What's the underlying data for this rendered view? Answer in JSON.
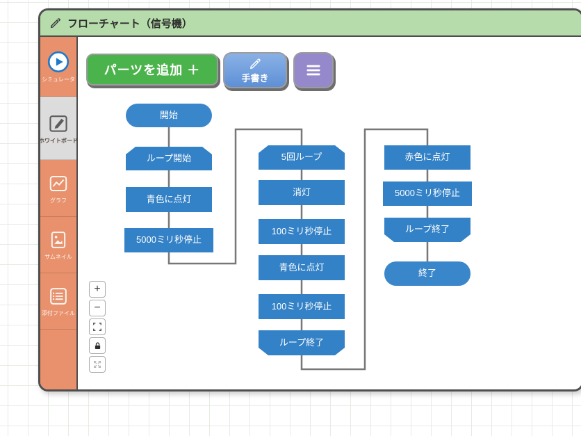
{
  "window": {
    "title": "フローチャート（信号機）",
    "title_icon": "pencil-icon"
  },
  "sidebar": {
    "items": [
      {
        "label": "シミュレータ",
        "icon": "play-icon",
        "selected": false
      },
      {
        "label": "ホワイトボード",
        "icon": "whiteboard-edit-icon",
        "selected": true
      },
      {
        "label": "グラフ",
        "icon": "line-chart-icon",
        "selected": false
      },
      {
        "label": "サムネイル",
        "icon": "thumbnail-image-icon",
        "selected": false
      },
      {
        "label": "添付ファイル",
        "icon": "attachment-list-icon",
        "selected": false
      }
    ]
  },
  "toolbar": {
    "add_parts": {
      "label": "パーツを追加 ＋"
    },
    "handwriting": {
      "label": "手書き",
      "icon": "pencil-icon"
    },
    "menu": {
      "icon": "hamburger-menu-icon"
    }
  },
  "zoom_controls": {
    "zoom_in": "+",
    "zoom_out": "−",
    "fit": "fit-screen-icon",
    "lock": "lock-icon",
    "expand": "expand-arrows-icon"
  },
  "flowchart": {
    "col1": {
      "start": "開始",
      "loop_start": "ループ開始",
      "blue_on": "青色に点灯",
      "wait_5000": "5000ミリ秒停止"
    },
    "col2": {
      "loop_5": "5回ループ",
      "light_off": "消灯",
      "wait_100_a": "100ミリ秒停止",
      "blue_on": "青色に点灯",
      "wait_100_b": "100ミリ秒停止",
      "loop_end": "ループ終了"
    },
    "col3": {
      "red_on": "赤色に点灯",
      "wait_5000": "5000ミリ秒停止",
      "loop_end": "ループ終了",
      "end": "終了"
    }
  },
  "colors": {
    "titlebar_green": "#b7dcab",
    "sidebar_orange": "#e8916c",
    "selected_tab_gray": "#dcdcdc",
    "node_blue": "#3381c6",
    "add_button_green": "#4bb34b",
    "handwriting_button_blue": "#6f9ada",
    "menu_button_purple": "#9588cb",
    "connector_gray": "#777777",
    "window_border": "#4e4e4e"
  }
}
